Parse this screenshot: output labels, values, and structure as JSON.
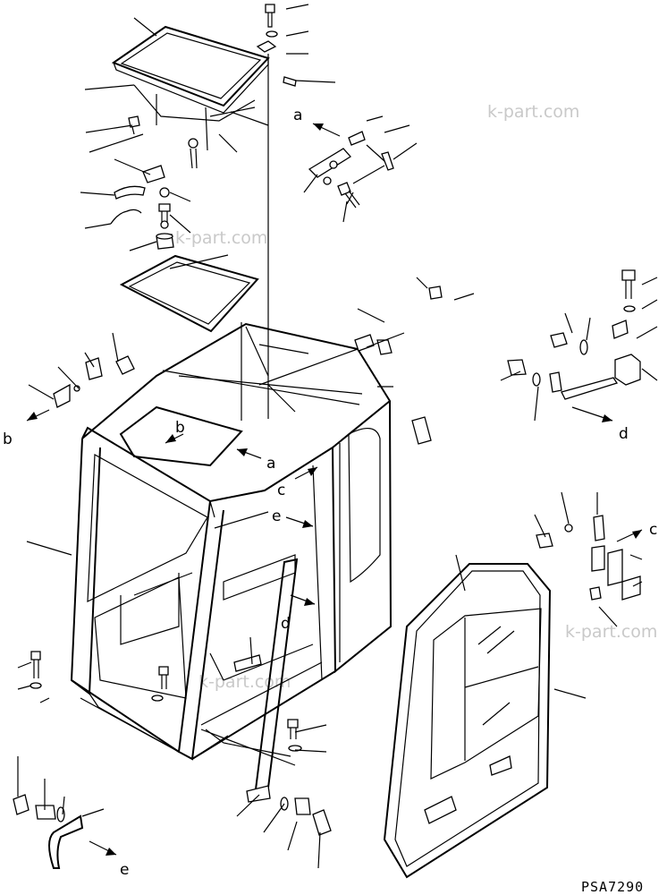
{
  "drawing_code": "PSA7290",
  "watermarks": [
    "k-part.com",
    "k-part.com",
    "k-part.com",
    "k-part.com"
  ],
  "callouts": {
    "a1": "a",
    "a2": "a",
    "b1": "b",
    "b2": "b",
    "c1": "c",
    "c2": "c",
    "d1": "d",
    "d2": "d",
    "e1": "e",
    "e2": "e"
  }
}
